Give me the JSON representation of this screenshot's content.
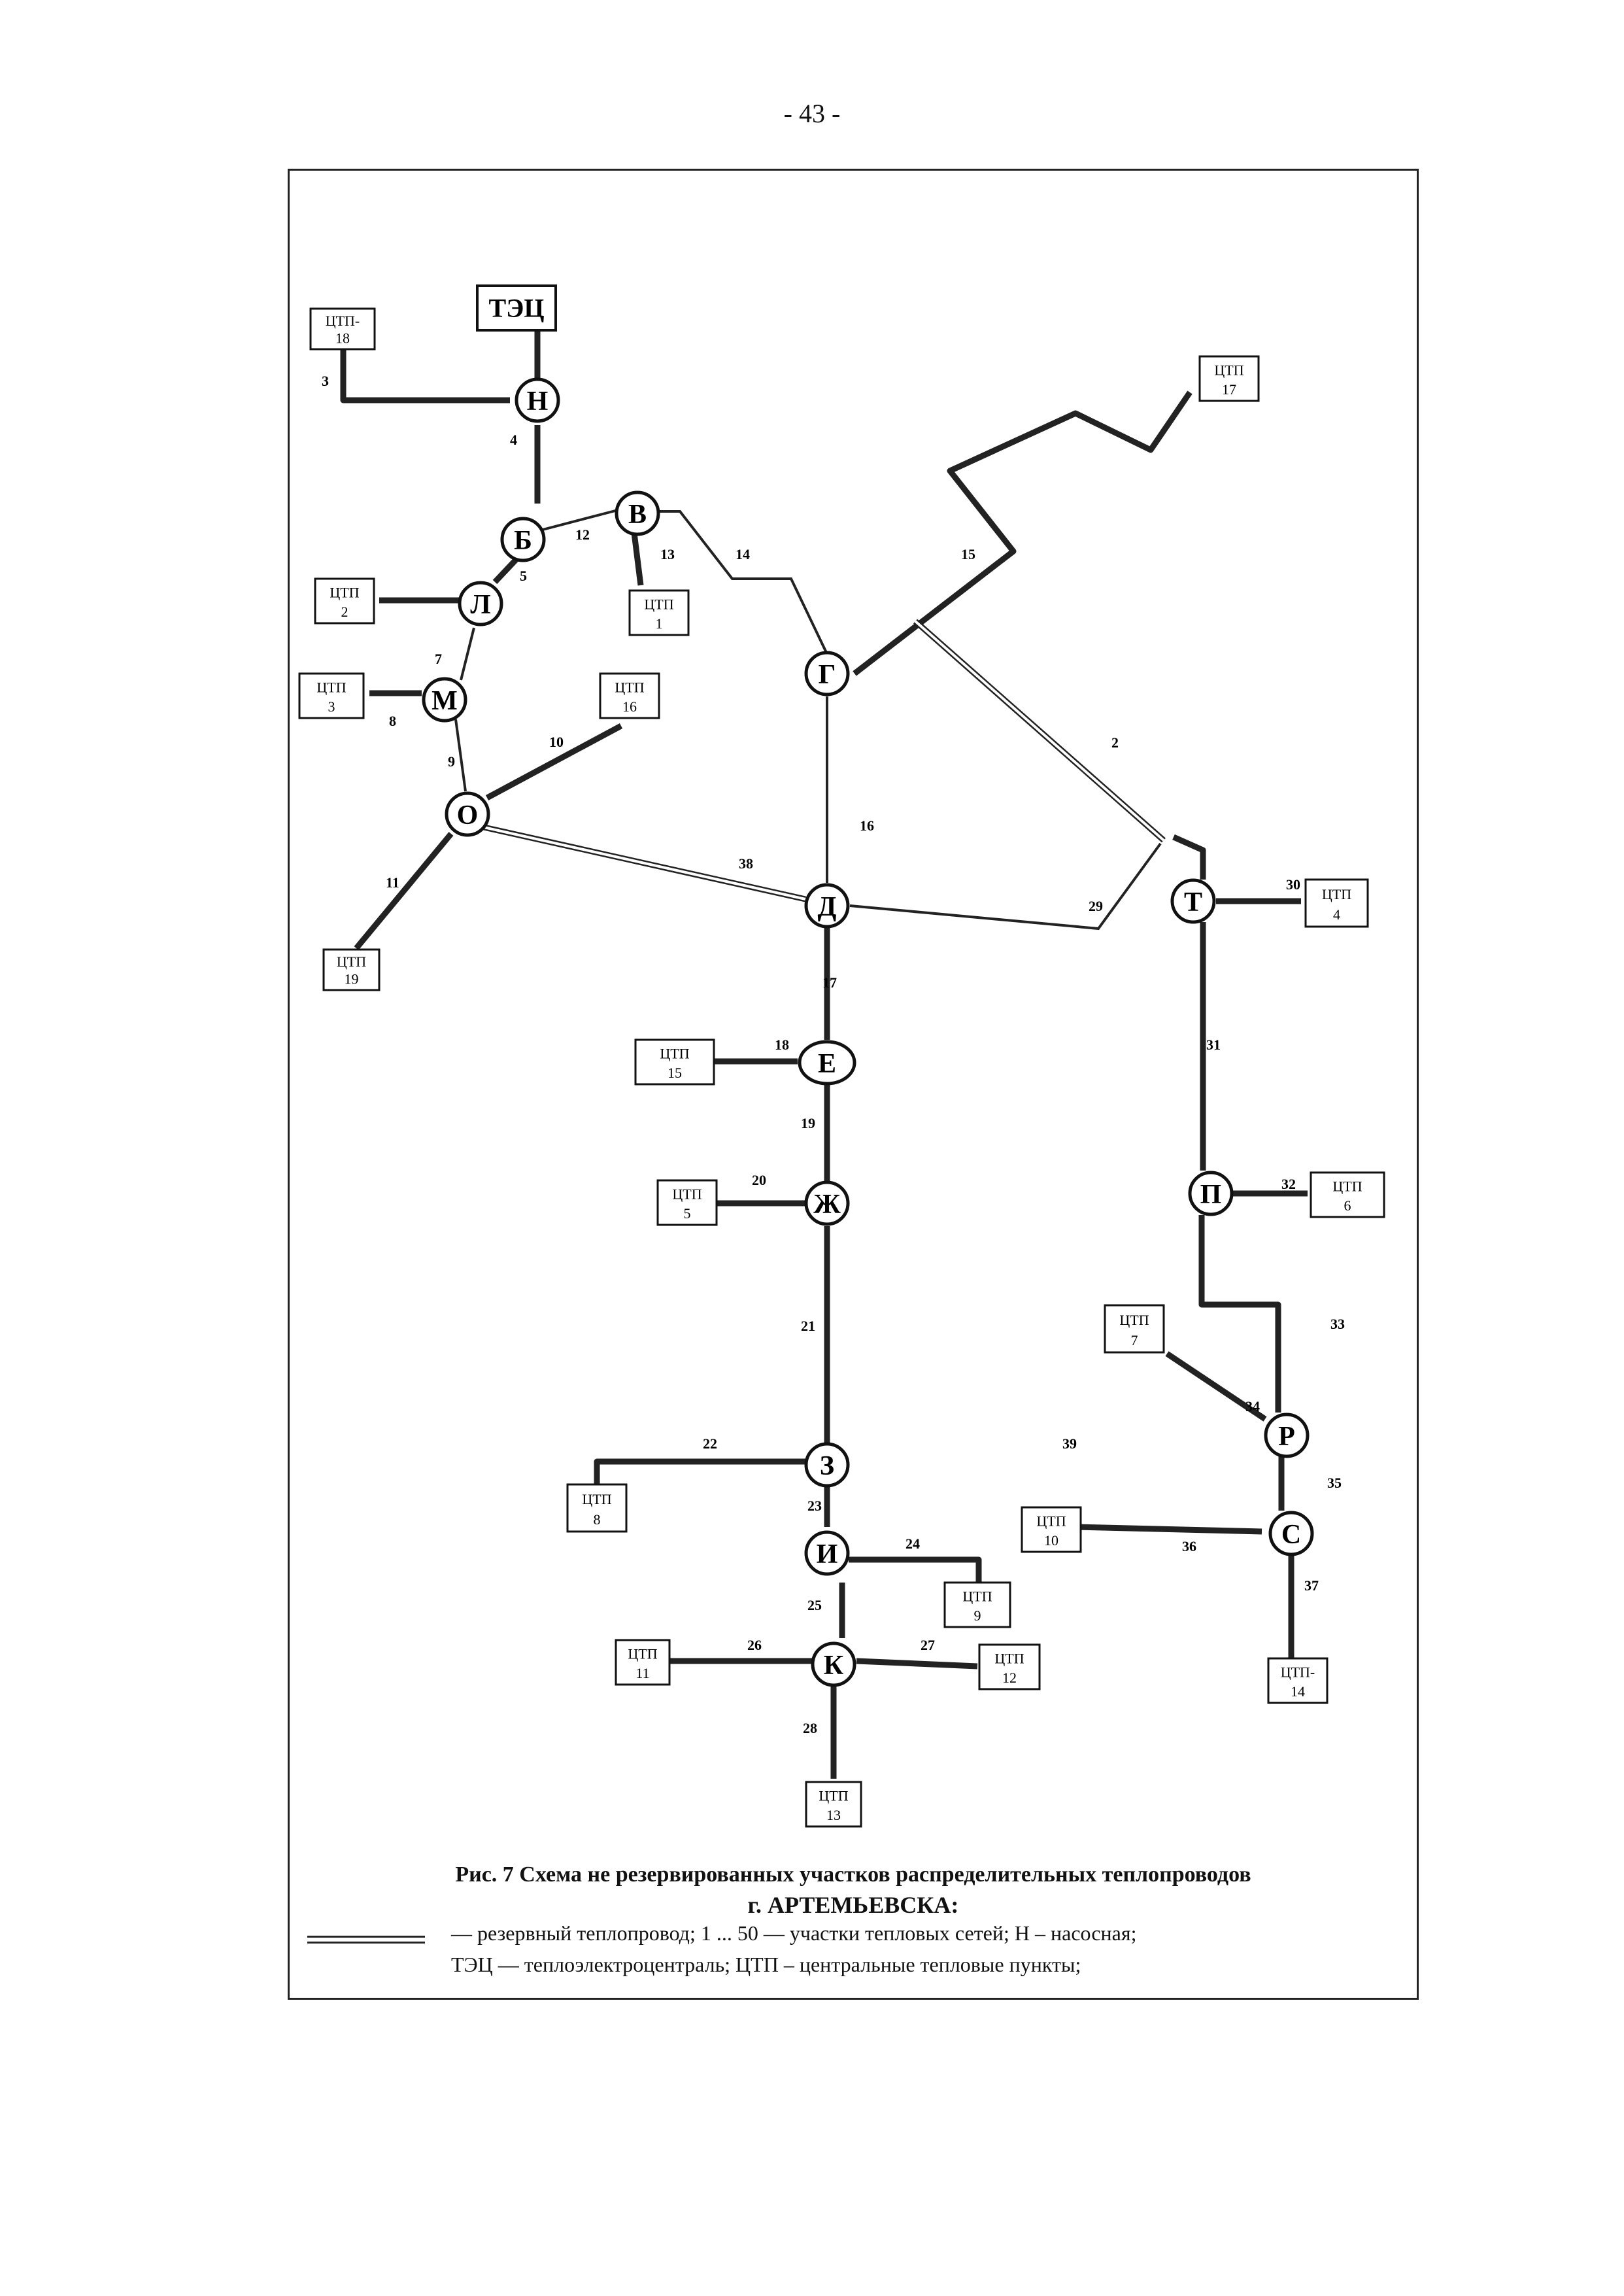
{
  "page_number": "- 43 -",
  "source_node_label": "ТЭЦ",
  "nodes": [
    {
      "id": "n_N",
      "label": "Н"
    },
    {
      "id": "n_B",
      "label": "Б"
    },
    {
      "id": "n_V",
      "label": "В"
    },
    {
      "id": "n_L",
      "label": "Л"
    },
    {
      "id": "n_M",
      "label": "М"
    },
    {
      "id": "n_O",
      "label": "О"
    },
    {
      "id": "n_G",
      "label": "Г"
    },
    {
      "id": "n_D",
      "label": "Д"
    },
    {
      "id": "n_T",
      "label": "Т"
    },
    {
      "id": "n_E",
      "label": "Е"
    },
    {
      "id": "n_Zh",
      "label": "Ж"
    },
    {
      "id": "n_P",
      "label": "П"
    },
    {
      "id": "n_R",
      "label": "Р"
    },
    {
      "id": "n_Z",
      "label": "З"
    },
    {
      "id": "n_I",
      "label": "И"
    },
    {
      "id": "n_S",
      "label": "С"
    },
    {
      "id": "n_K",
      "label": "К"
    }
  ],
  "substations": [
    {
      "id": "ctp18",
      "line1": "ЦТП-",
      "line2": "18"
    },
    {
      "id": "ctp17",
      "line1": "ЦТП",
      "line2": "17"
    },
    {
      "id": "ctp2",
      "line1": "ЦТП",
      "line2": "2"
    },
    {
      "id": "ctp1",
      "line1": "ЦТП",
      "line2": "1"
    },
    {
      "id": "ctp3",
      "line1": "ЦТП",
      "line2": "3"
    },
    {
      "id": "ctp16",
      "line1": "ЦТП",
      "line2": "16"
    },
    {
      "id": "ctp19",
      "line1": "ЦТП",
      "line2": "19"
    },
    {
      "id": "ctp4",
      "line1": "ЦТП",
      "line2": "4"
    },
    {
      "id": "ctp15",
      "line1": "ЦТП",
      "line2": "15"
    },
    {
      "id": "ctp5",
      "line1": "ЦТП",
      "line2": "5"
    },
    {
      "id": "ctp6",
      "line1": "ЦТП",
      "line2": "6"
    },
    {
      "id": "ctp7",
      "line1": "ЦТП",
      "line2": "7"
    },
    {
      "id": "ctp8",
      "line1": "ЦТП",
      "line2": "8"
    },
    {
      "id": "ctp10",
      "line1": "ЦТП",
      "line2": "10"
    },
    {
      "id": "ctp9",
      "line1": "ЦТП",
      "line2": "9"
    },
    {
      "id": "ctp11",
      "line1": "ЦТП",
      "line2": "11"
    },
    {
      "id": "ctp12",
      "line1": "ЦТП",
      "line2": "12"
    },
    {
      "id": "ctp14",
      "line1": "ЦТП-",
      "line2": "14"
    },
    {
      "id": "ctp13",
      "line1": "ЦТП",
      "line2": "13"
    }
  ],
  "segment_labels": [
    "2",
    "3",
    "4",
    "5",
    "7",
    "8",
    "9",
    "10",
    "11",
    "12",
    "13",
    "14",
    "15",
    "16",
    "38",
    "29",
    "30",
    "17",
    "31",
    "18",
    "19",
    "20",
    "32",
    "33",
    "21",
    "34",
    "39",
    "22",
    "35",
    "23",
    "24",
    "36",
    "25",
    "37",
    "26",
    "27",
    "28"
  ],
  "caption": {
    "title": "Рис. 7  Схема не резервированных участков распределительных теплопроводов",
    "city": "г. АРТЕМЬЕВСКА:",
    "legend_line1": "— резервный теплопровод;  1 ... 50 — участки тепловых сетей; Н – насосная;",
    "legend_line2": "ТЭЦ — теплоэлектроцентраль; ЦТП – центральные тепловые пункты;"
  }
}
